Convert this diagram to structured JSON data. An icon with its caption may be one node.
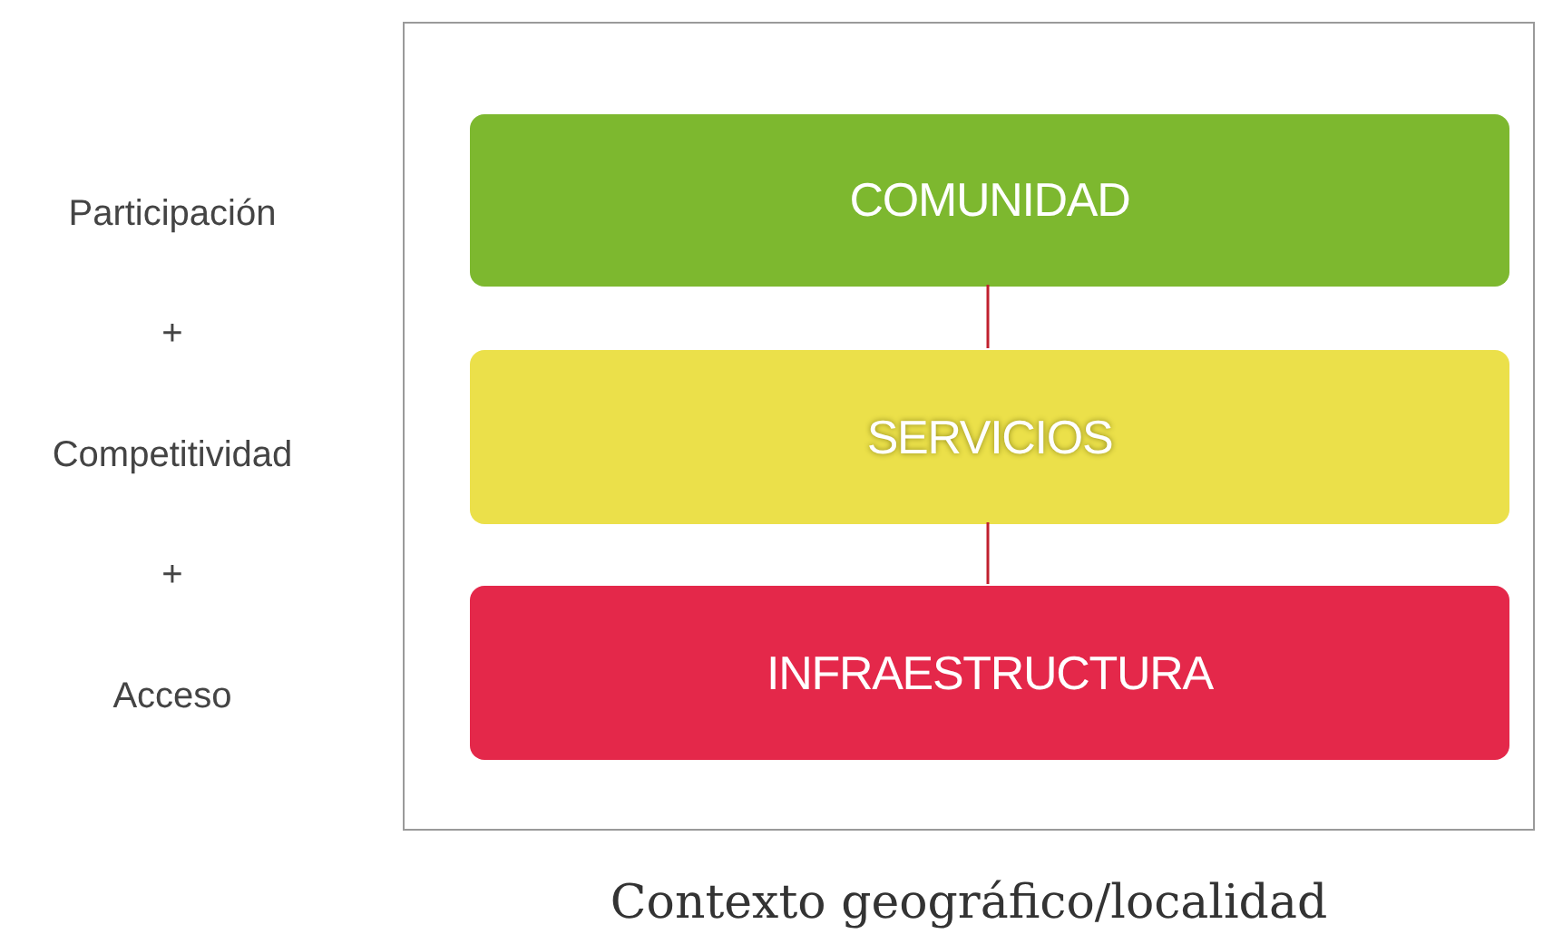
{
  "diagram": {
    "nodes": [
      {
        "text": [],
        "shape": "box",
        "beside": [
          "Contexto geográfico/localidad"
        ]
      },
      {
        "text": [
          "COMUNIDAD"
        ],
        "in": 0
      },
      {
        "text": [
          "SERVICIOS"
        ],
        "in": 0
      },
      {
        "text": [
          "INFRAESTRUCTURA"
        ],
        "in": 0
      }
    ],
    "edges": [
      {
        "from": 1,
        "to": 2,
        "arrow": "none"
      },
      {
        "from": 2,
        "to": 3,
        "arrow": "none"
      }
    ],
    "labels": [
      "Participación",
      "+",
      "Competitividad",
      "+",
      "Acceso"
    ]
  }
}
